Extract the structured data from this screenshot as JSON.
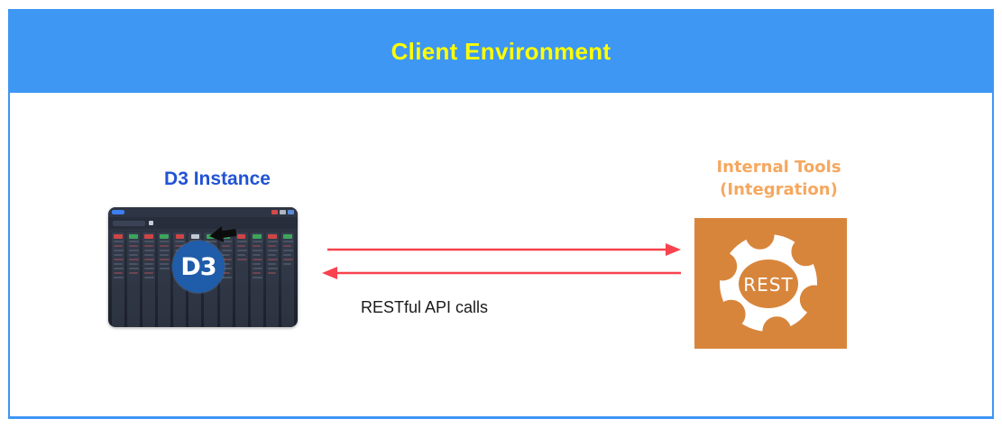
{
  "header": {
    "title": "Client Environment"
  },
  "d3": {
    "label": "D3 Instance",
    "logo_text": "D3",
    "screenshot": {
      "columns": [
        {
          "badge": "red",
          "rows": 9
        },
        {
          "badge": "green",
          "rows": 8
        },
        {
          "badge": "red",
          "rows": 9
        },
        {
          "badge": "green",
          "rows": 7
        },
        {
          "badge": "red",
          "rows": 9
        },
        {
          "badge": "light",
          "rows": 5
        },
        {
          "badge": "green",
          "rows": 8
        },
        {
          "badge": "green",
          "rows": 9
        },
        {
          "badge": "red",
          "rows": 5
        },
        {
          "badge": "green",
          "rows": 9
        },
        {
          "badge": "red",
          "rows": 8
        },
        {
          "badge": "green",
          "rows": 6
        }
      ]
    }
  },
  "arrows": {
    "label": "RESTful API calls"
  },
  "internal": {
    "label_line1": "Internal Tools",
    "label_line2": "(Integration)",
    "gear_text": "REST"
  },
  "colors": {
    "frame_blue": "#3e97f3",
    "header_title_yellow": "#ffff00",
    "d3_label_blue": "#2153d4",
    "d3_logo_blue": "#1f5ca9",
    "arrow_red": "#f8424e",
    "api_label_black": "#1a1a1a",
    "internal_label_orange": "#f5a85f",
    "rest_box_orange": "#d8853c",
    "badge_red": "#cf4545",
    "badge_green": "#3da45c"
  }
}
